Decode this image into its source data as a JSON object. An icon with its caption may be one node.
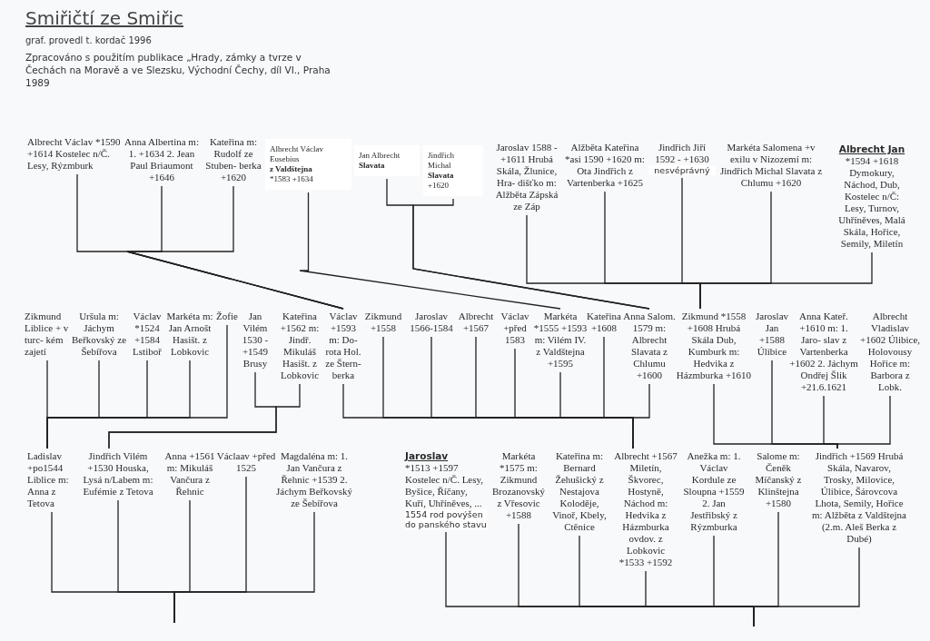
{
  "diagram": {
    "title": "Smiřičtí ze Smiřic",
    "labels": [
      "graf. provedl t. kordač 1996",
      "Zpracováno s použitím publikace „Hrady, zámky a tvrze v Čechách na Moravě a ve Slezsku, Východní Čechy, díl VI., Praha 1989"
    ],
    "nodes": [
      {
        "text": [
          "Albrecht Václav *1590 +1614 Kostelec n/Č. Lesy, Rýzmburk"
        ]
      },
      {
        "text": [
          "Anna Albertina m: 1. +1634 2. Jean Paul Briaumont +1646"
        ]
      },
      {
        "text": [
          "Kateřina m: Rudolf ze Stuben- berka +1620"
        ]
      },
      {
        "text": [
          "Albrecht Václav Eusebius",
          "z Valdštejna",
          "*1583 +1634"
        ]
      },
      {
        "text": [
          "Jan Albrecht",
          "Slavata"
        ]
      },
      {
        "text": [
          "Jindřich Michal",
          "Slavata",
          "+1620"
        ]
      },
      {
        "text": [
          "Jaroslav 1588 - +1611 Hrubá Skála, Žlunice, Hra- dišťko m: Alžběta Zápská ze Záp"
        ]
      },
      {
        "text": [
          "Alžběta Kateřina *asi 1590 +1620 m: Ota Jindřich z Vartenberka +1625"
        ]
      },
      {
        "text": [
          "Jindřich Jiří 1592 - +1630",
          "nesvéprávný"
        ]
      },
      {
        "text": [
          "Markéta Salomena +v exilu v Nizozemí m: Jindřich Michal Slavata z Chlumu +1620"
        ]
      },
      {
        "text": [
          "Albrecht Jan",
          "*1594 +1618 Dymokury, Náchod, Dub, Kostelec n/Č: Lesy, Turnov, Uhříněves, Malá Skála, Hořice, Semily, Miletín"
        ]
      },
      {
        "text": [
          "Zikmund Liblice + v turc- kém zajetí"
        ]
      },
      {
        "text": [
          "Uršula m: Jáchym Beřkovský ze Šebířova"
        ]
      },
      {
        "text": [
          "Václav *1524 +1584 Lstiboř"
        ]
      },
      {
        "text": [
          "Markéta m: Jan Arnošt Hasišt. z Lobkovic"
        ]
      },
      {
        "text": [
          "Žofie"
        ]
      },
      {
        "text": [
          "Jan Vilém 1530 - +1549 Brusy"
        ]
      },
      {
        "text": [
          "Kateřina +1562 m: Jindř. Mikuláš Hasišt. z Lobkovic"
        ]
      },
      {
        "text": [
          "Václav +1593 m: Do- rota Hol. ze Štern- berka"
        ]
      },
      {
        "text": [
          "Zikmund +1558"
        ]
      },
      {
        "text": [
          "Jaroslav 1566-1584"
        ]
      },
      {
        "text": [
          "Albrecht +1567"
        ]
      },
      {
        "text": [
          "Václav +před 1583"
        ]
      },
      {
        "text": [
          "Markéta *1555 +1593 m: Vilém IV. z Valdštejna +1595"
        ]
      },
      {
        "text": [
          "Kateřina +1608"
        ]
      },
      {
        "text": [
          "Anna Salom. 1579 m: Albrecht Slavata z Chlumu +1600"
        ]
      },
      {
        "text": [
          "Zikmund *1558 +1608 Hrubá Skála Dub, Kumburk m: Hedvika z Házmburka +1610"
        ]
      },
      {
        "text": [
          "Jaroslav Jan +1588 Úlibice"
        ]
      },
      {
        "text": [
          "Anna Kateř. +1610 m: 1. Jaro- slav z Vartenberka +1602 2. Jáchym Ondřej Šlik +21.6.1621"
        ]
      },
      {
        "text": [
          "Albrecht Vladislav +1602 Úlibice, Holovousy Hořice m: Barbora z Lobk."
        ]
      },
      {
        "text": [
          "Ladislav +po1544 Liblice m: Anna z Tetova"
        ]
      },
      {
        "text": [
          "Jindřich Vilém +1530 Houska, Lysá n/Labem m: Eufémie z Tetova"
        ]
      },
      {
        "text": [
          "Anna +1561 m: Mikuláš Vančura z Řehnic"
        ]
      },
      {
        "text": [
          "Václaav +před 1525"
        ]
      },
      {
        "text": [
          "Magdaléna m: 1. Jan Vančura z Řehnic +1539 2. Jáchym Beřkovský ze Šebířova"
        ]
      },
      {
        "text": [
          "Jaroslav",
          "*1513 +1597 Kostelec n/Č. Lesy, Byšice, Říčany, Kuří, Uhříněves, ...",
          "1554 rod povýšen do panského stavu"
        ]
      },
      {
        "text": [
          "Markéta *1575 m: Zikmund Brozanovský z Vřesovic +1588"
        ]
      },
      {
        "text": [
          "Kateřina m: Bernard Žehušický z Nestajova Koloděje, Vinoř, Kbely, Ctěnice"
        ]
      },
      {
        "text": [
          "Albrecht +1567 Miletín, Škvorec, Hostyně, Náchod m: Hedvika z Házmburka ovdov. z Lobkovic *1533 +1592"
        ]
      },
      {
        "text": [
          "Anežka m: 1. Václav Kordule ze Sloupna +1559 2. Jan Jestřibský z Rýzmburka"
        ]
      },
      {
        "text": [
          "Salome m: Čeněk Míčanský z Klinštejna +1580"
        ]
      },
      {
        "text": [
          "Jindřich +1569 Hrubá Skála, Navarov, Trosky, Milovice, Úlibice, Šárovcova Lhota, Semily, Hořice m: Alžběta z Valdštejna (2.m. Aleš Berka z Dubé)"
        ]
      }
    ],
    "edges": [
      {
        "from": 18,
        "to": 0,
        "arrow": "none"
      },
      {
        "from": 18,
        "to": 1,
        "arrow": "none"
      },
      {
        "from": 18,
        "to": 2,
        "arrow": "none"
      },
      {
        "from": 23,
        "to": 3,
        "arrow": "none"
      },
      {
        "from": 25,
        "to": 4,
        "arrow": "none"
      },
      {
        "from": 25,
        "to": 5,
        "arrow": "none"
      },
      {
        "from": 26,
        "to": 6,
        "arrow": "none"
      },
      {
        "from": 26,
        "to": 7,
        "arrow": "none"
      },
      {
        "from": 26,
        "to": 8,
        "arrow": "none"
      },
      {
        "from": 26,
        "to": 9,
        "arrow": "none"
      },
      {
        "from": 26,
        "to": 10,
        "arrow": "none"
      },
      {
        "from": 30,
        "to": 11,
        "arrow": "none"
      },
      {
        "from": 30,
        "to": 12,
        "arrow": "none"
      },
      {
        "from": 30,
        "to": 13,
        "arrow": "none"
      },
      {
        "from": 30,
        "to": 14,
        "arrow": "none"
      },
      {
        "from": 30,
        "to": 15,
        "arrow": "none"
      },
      {
        "from": 31,
        "to": 16,
        "arrow": "none"
      },
      {
        "from": 31,
        "to": 17,
        "arrow": "none"
      },
      {
        "from": 38,
        "to": 18,
        "arrow": "none"
      },
      {
        "from": 38,
        "to": 19,
        "arrow": "none"
      },
      {
        "from": 38,
        "to": 20,
        "arrow": "none"
      },
      {
        "from": 38,
        "to": 21,
        "arrow": "none"
      },
      {
        "from": 38,
        "to": 22,
        "arrow": "none"
      },
      {
        "from": 38,
        "to": 23,
        "arrow": "none"
      },
      {
        "from": 38,
        "to": 24,
        "arrow": "none"
      },
      {
        "from": 38,
        "to": 25,
        "arrow": "none"
      },
      {
        "from": 41,
        "to": 26,
        "arrow": "none"
      },
      {
        "from": 41,
        "to": 27,
        "arrow": "none"
      },
      {
        "from": 41,
        "to": 28,
        "arrow": "none"
      },
      {
        "from": 41,
        "to": 29,
        "arrow": "none"
      },
      {
        "from": null,
        "to": 30,
        "arrow": "none"
      },
      {
        "from": null,
        "to": 31,
        "arrow": "none"
      },
      {
        "from": null,
        "to": 32,
        "arrow": "none"
      },
      {
        "from": null,
        "to": 33,
        "arrow": "none"
      },
      {
        "from": null,
        "to": 34,
        "arrow": "none"
      },
      {
        "from": null,
        "to": 35,
        "arrow": "none"
      },
      {
        "from": null,
        "to": 36,
        "arrow": "none"
      },
      {
        "from": null,
        "to": 37,
        "arrow": "none"
      },
      {
        "from": null,
        "to": 38,
        "arrow": "none"
      },
      {
        "from": null,
        "to": 39,
        "arrow": "none"
      },
      {
        "from": null,
        "to": 40,
        "arrow": "none"
      },
      {
        "from": null,
        "to": 41,
        "arrow": "none"
      }
    ]
  }
}
